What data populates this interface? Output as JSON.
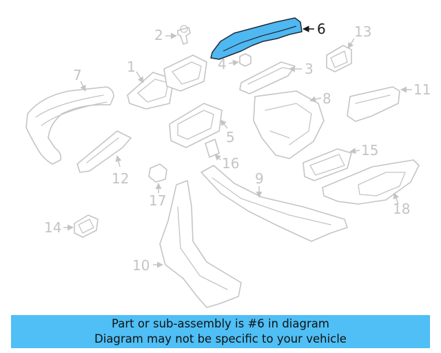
{
  "diagram": {
    "highlighted_part": "6",
    "callouts": [
      "1",
      "2",
      "3",
      "4",
      "5",
      "6",
      "7",
      "8",
      "9",
      "10",
      "11",
      "12",
      "13",
      "14",
      "15",
      "16",
      "17",
      "18"
    ],
    "highlight_color": "#4fb8f0",
    "faded_color": "#c4c4c4"
  },
  "banner": {
    "line1": "Part or sub-assembly is #6 in diagram",
    "line2": "Diagram may not be specific to your vehicle",
    "background": "#4fbff5"
  }
}
